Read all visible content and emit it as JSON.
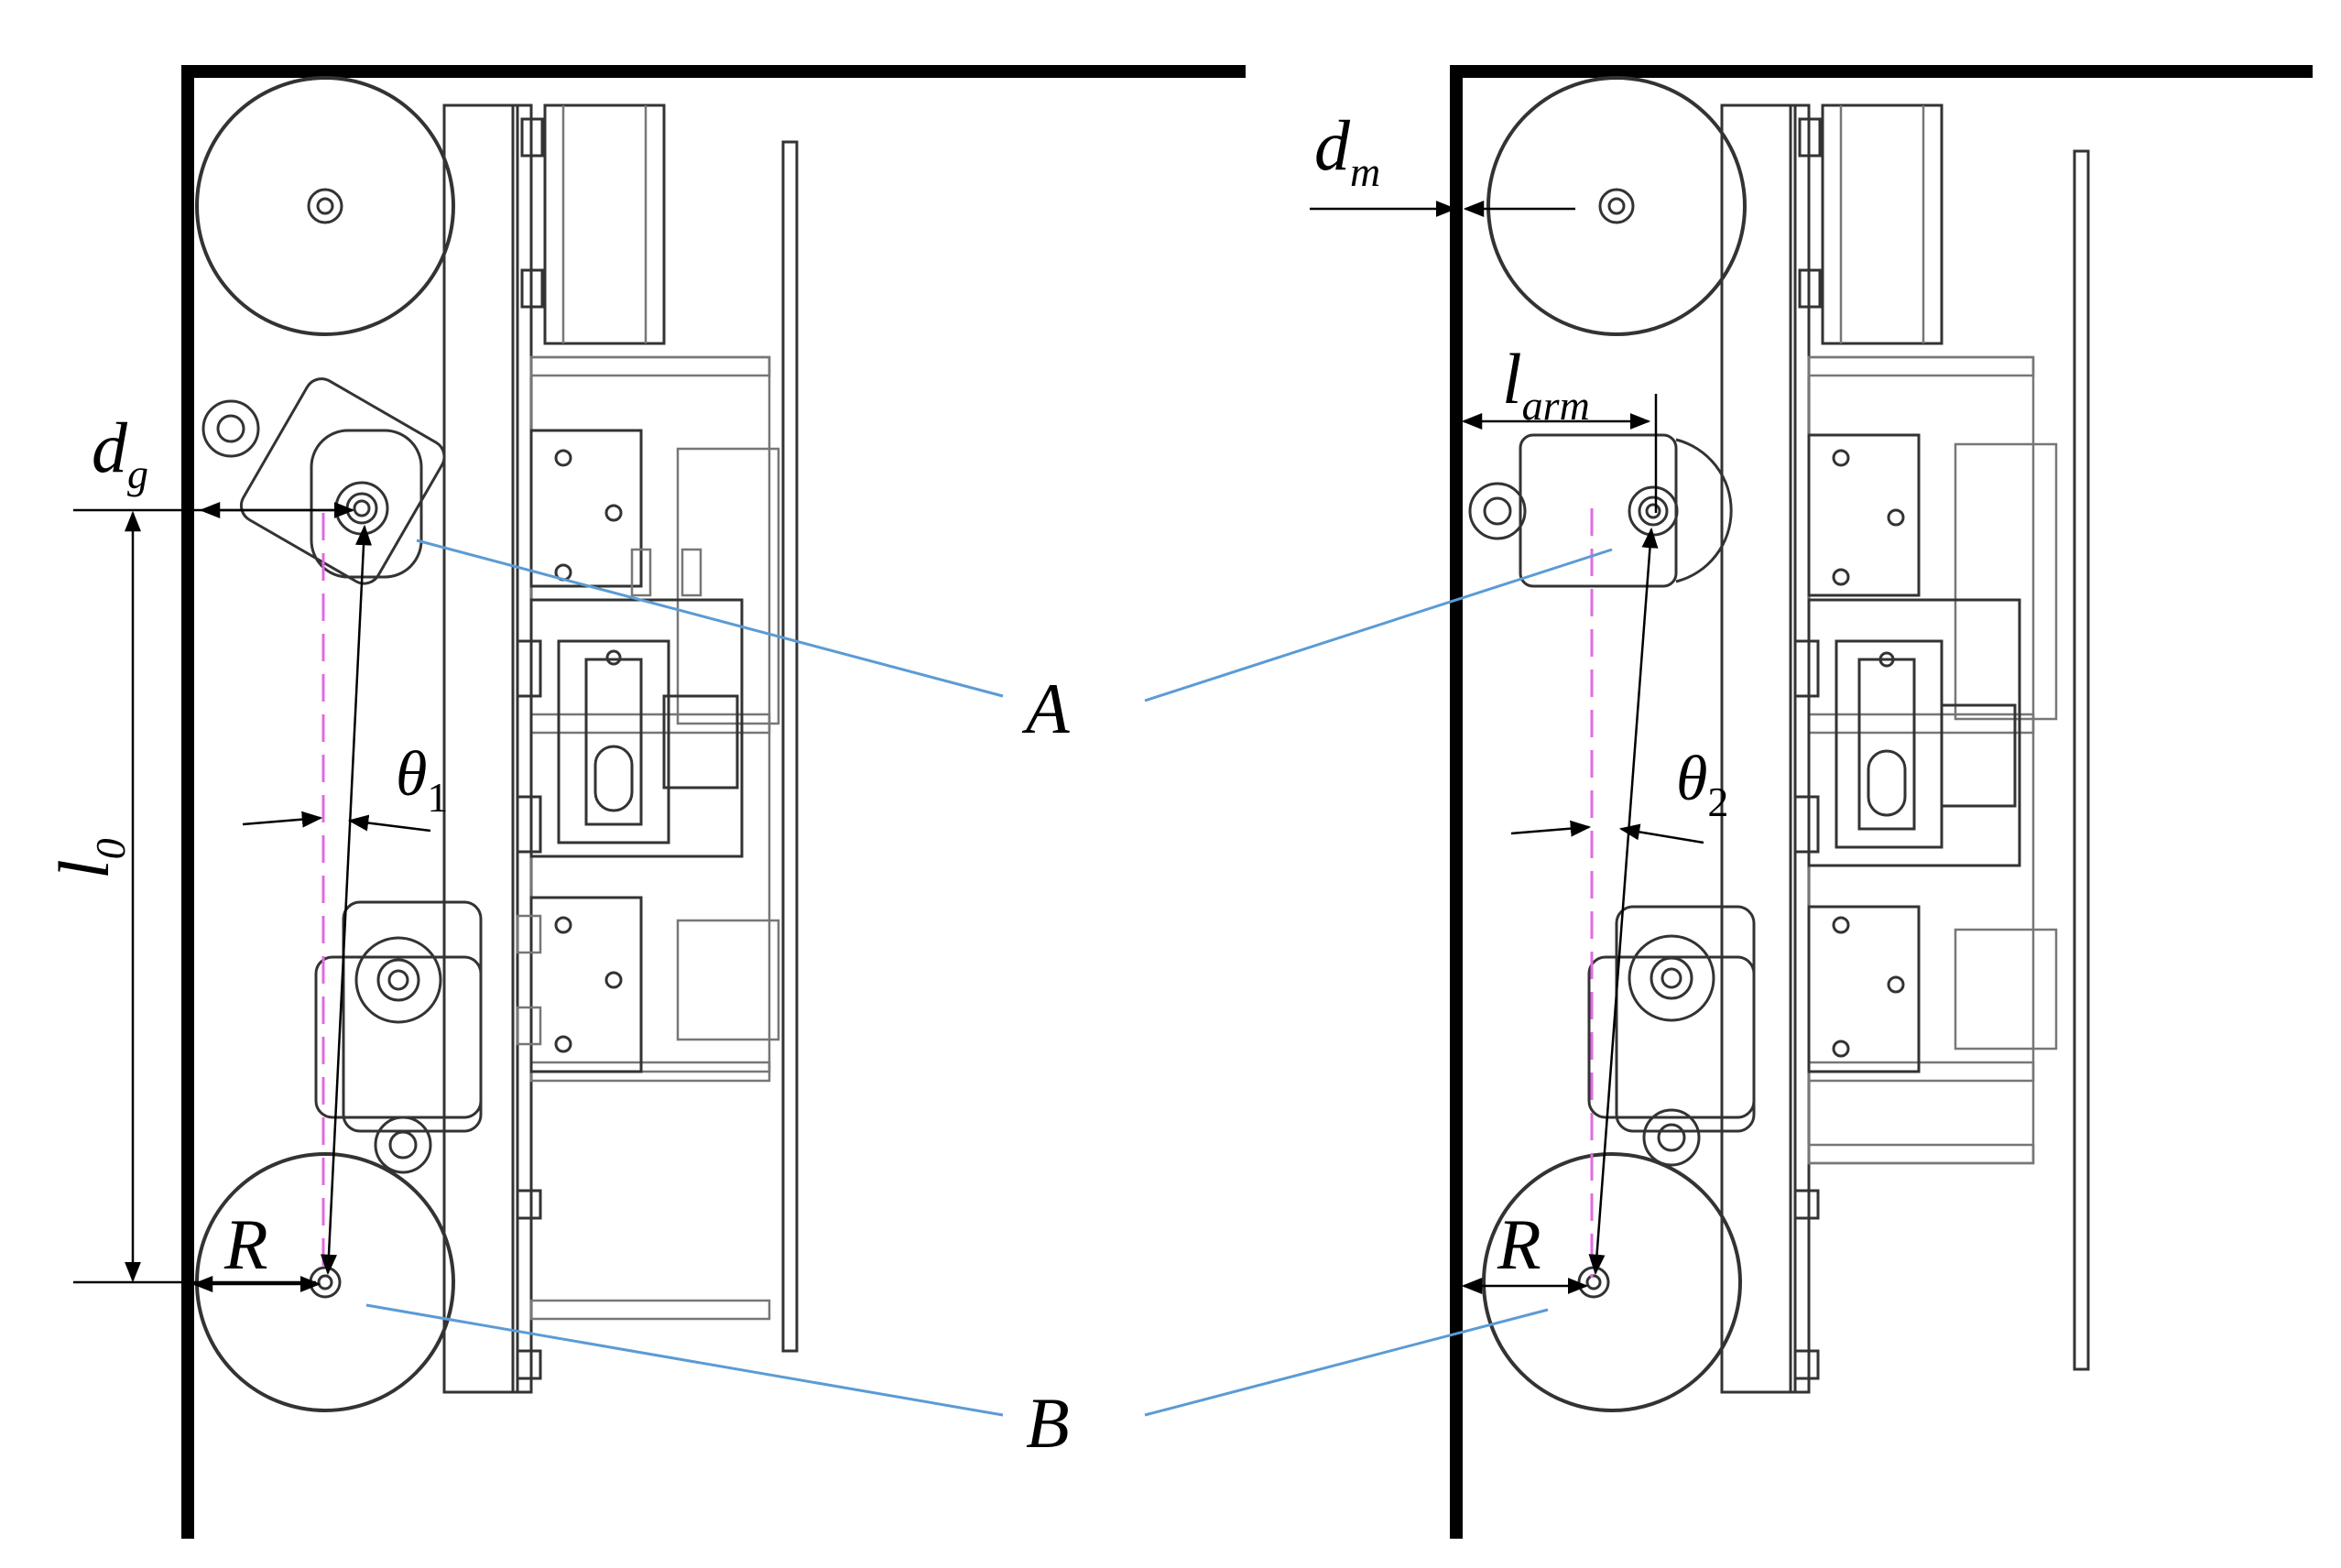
{
  "labels": {
    "left": {
      "d": "d",
      "d_sub": "g",
      "l": "l",
      "l_sub": "0",
      "theta": "θ",
      "theta_sub": "1",
      "R": "R"
    },
    "right": {
      "d": "d",
      "d_sub": "m",
      "l": "l",
      "l_sub": "arm",
      "theta": "θ",
      "theta_sub": "2",
      "R": "R"
    },
    "A": "A",
    "B": "B"
  },
  "colors": {
    "wall": "#000000",
    "centerline": "#e06be0",
    "leader": "#5b9bd5"
  }
}
